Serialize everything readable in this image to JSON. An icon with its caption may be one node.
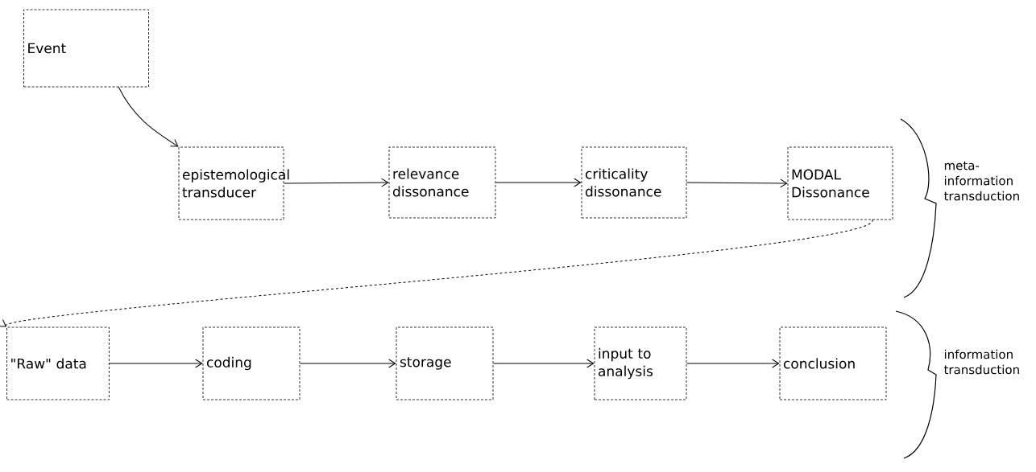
{
  "diagram": {
    "nodes": [
      {
        "text": [
          "Event"
        ]
      },
      {
        "text": [
          "epistemological transducer"
        ]
      },
      {
        "text": [
          "relevance dissonance"
        ]
      },
      {
        "text": [
          "criticality dissonance"
        ]
      },
      {
        "text": [
          "MODAL Dissonance"
        ]
      },
      {
        "text": [
          "\"Raw\" data"
        ]
      },
      {
        "text": [
          "coding"
        ]
      },
      {
        "text": [
          "storage"
        ]
      },
      {
        "text": [
          "input to analysis"
        ]
      },
      {
        "text": [
          "conclusion"
        ]
      }
    ],
    "edges": [
      {
        "from": 0,
        "to": 1,
        "arrow": "to"
      },
      {
        "from": 1,
        "to": 2,
        "arrow": "to"
      },
      {
        "from": 2,
        "to": 3,
        "arrow": "to"
      },
      {
        "from": 3,
        "to": 4,
        "arrow": "to"
      },
      {
        "from": 4,
        "to": 5,
        "arrow": "to",
        "style": "dashed"
      },
      {
        "from": 5,
        "to": 6,
        "arrow": "to"
      },
      {
        "from": 6,
        "to": 7,
        "arrow": "to"
      },
      {
        "from": 7,
        "to": 8,
        "arrow": "to"
      },
      {
        "from": 8,
        "to": 9,
        "arrow": "to"
      }
    ],
    "labels": [
      "meta-information transduction",
      "information transduction"
    ]
  }
}
